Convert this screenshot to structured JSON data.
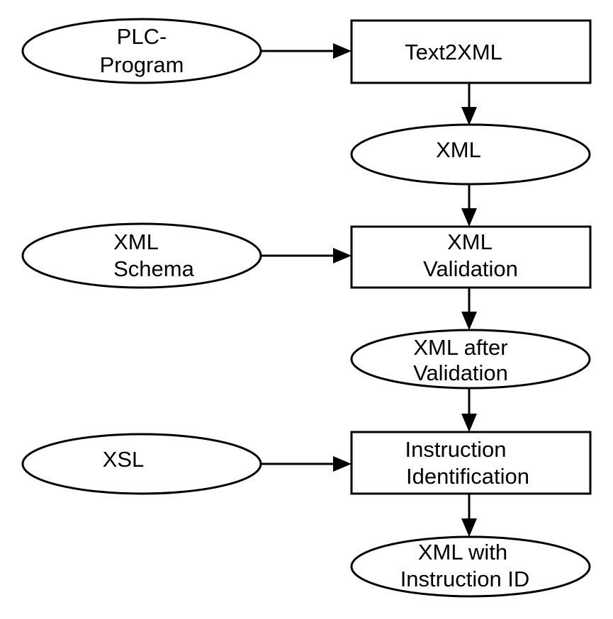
{
  "diagram": {
    "nodes": {
      "plc_program": {
        "line1": "PLC-",
        "line2": "Program"
      },
      "text2xml": {
        "line1": "Text2XML"
      },
      "xml": {
        "line1": "XML"
      },
      "xml_schema": {
        "line1": "XML",
        "line2": "Schema"
      },
      "xml_validation": {
        "line1": "XML",
        "line2": "Validation"
      },
      "xml_after_validation": {
        "line1": "XML after",
        "line2": "Validation"
      },
      "xsl": {
        "line1": "XSL"
      },
      "instruction_identification": {
        "line1": "Instruction",
        "line2": "Identification"
      },
      "xml_with_instruction_id": {
        "line1": "XML with",
        "line2": "Instruction ID"
      }
    },
    "edges": [
      {
        "from": "PLC-Program",
        "to": "Text2XML"
      },
      {
        "from": "Text2XML",
        "to": "XML"
      },
      {
        "from": "XML",
        "to": "XML Validation"
      },
      {
        "from": "XML Schema",
        "to": "XML Validation"
      },
      {
        "from": "XML Validation",
        "to": "XML after Validation"
      },
      {
        "from": "XML after Validation",
        "to": "Instruction Identification"
      },
      {
        "from": "XSL",
        "to": "Instruction Identification"
      },
      {
        "from": "Instruction Identification",
        "to": "XML with Instruction ID"
      }
    ],
    "colors": {
      "stroke": "#000000",
      "fill": "#ffffff",
      "text": "#000000"
    }
  }
}
